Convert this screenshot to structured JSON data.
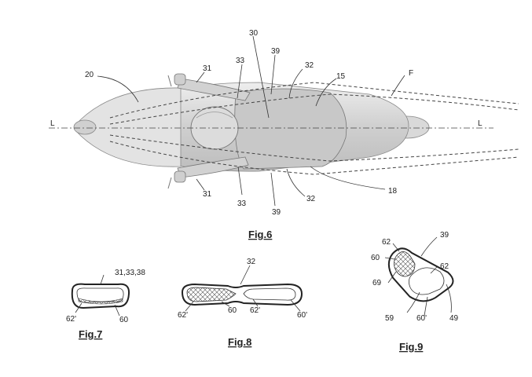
{
  "fig6": {
    "caption": "Fig.6",
    "labels": [
      "30",
      "39",
      "33",
      "31",
      "32",
      "15",
      "20",
      "F",
      "L",
      "L",
      "31",
      "33",
      "39",
      "32",
      "18"
    ]
  },
  "fig7": {
    "caption": "Fig.7",
    "labels": [
      "31,33,38",
      "62'",
      "60"
    ]
  },
  "fig8": {
    "caption": "Fig.8",
    "labels": [
      "32",
      "62'",
      "60",
      "62'",
      "60'"
    ]
  },
  "fig9": {
    "caption": "Fig.9",
    "labels": [
      "39",
      "62",
      "60",
      "69",
      "62",
      "59",
      "60'",
      "49"
    ]
  }
}
